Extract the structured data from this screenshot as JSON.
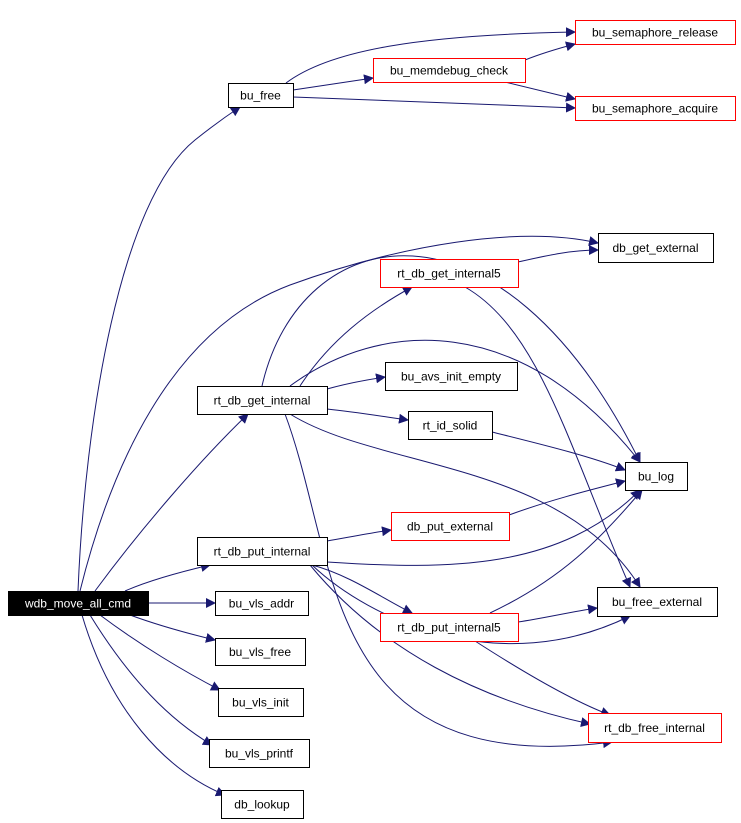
{
  "graph": {
    "root": "wdb_move_all_cmd",
    "nodes": [
      {
        "id": "wdb_move_all_cmd",
        "label": "wdb_move_all_cmd",
        "style": "root"
      },
      {
        "id": "bu_free",
        "label": "bu_free",
        "style": "normal"
      },
      {
        "id": "bu_memdebug_check",
        "label": "bu_memdebug_check",
        "style": "red"
      },
      {
        "id": "bu_semaphore_release",
        "label": "bu_semaphore_release",
        "style": "red"
      },
      {
        "id": "bu_semaphore_acquire",
        "label": "bu_semaphore_acquire",
        "style": "red"
      },
      {
        "id": "db_get_external",
        "label": "db_get_external",
        "style": "normal"
      },
      {
        "id": "rt_db_get_internal5",
        "label": "rt_db_get_internal5",
        "style": "red"
      },
      {
        "id": "bu_avs_init_empty",
        "label": "bu_avs_init_empty",
        "style": "normal"
      },
      {
        "id": "rt_db_get_internal",
        "label": "rt_db_get_internal",
        "style": "normal"
      },
      {
        "id": "rt_id_solid",
        "label": "rt_id_solid",
        "style": "normal"
      },
      {
        "id": "bu_log",
        "label": "bu_log",
        "style": "normal"
      },
      {
        "id": "db_put_external",
        "label": "db_put_external",
        "style": "red"
      },
      {
        "id": "rt_db_put_internal",
        "label": "rt_db_put_internal",
        "style": "normal"
      },
      {
        "id": "bu_vls_addr",
        "label": "bu_vls_addr",
        "style": "normal"
      },
      {
        "id": "bu_free_external",
        "label": "bu_free_external",
        "style": "normal"
      },
      {
        "id": "rt_db_put_internal5",
        "label": "rt_db_put_internal5",
        "style": "red"
      },
      {
        "id": "bu_vls_free",
        "label": "bu_vls_free",
        "style": "normal"
      },
      {
        "id": "bu_vls_init",
        "label": "bu_vls_init",
        "style": "normal"
      },
      {
        "id": "rt_db_free_internal",
        "label": "rt_db_free_internal",
        "style": "red"
      },
      {
        "id": "bu_vls_printf",
        "label": "bu_vls_printf",
        "style": "normal"
      },
      {
        "id": "db_lookup",
        "label": "db_lookup",
        "style": "normal"
      }
    ],
    "edges": [
      {
        "from": "wdb_move_all_cmd",
        "to": "bu_free"
      },
      {
        "from": "wdb_move_all_cmd",
        "to": "db_get_external"
      },
      {
        "from": "wdb_move_all_cmd",
        "to": "rt_db_get_internal"
      },
      {
        "from": "wdb_move_all_cmd",
        "to": "rt_db_put_internal"
      },
      {
        "from": "wdb_move_all_cmd",
        "to": "bu_vls_addr"
      },
      {
        "from": "wdb_move_all_cmd",
        "to": "bu_vls_free"
      },
      {
        "from": "wdb_move_all_cmd",
        "to": "bu_vls_init"
      },
      {
        "from": "wdb_move_all_cmd",
        "to": "bu_vls_printf"
      },
      {
        "from": "wdb_move_all_cmd",
        "to": "db_lookup"
      },
      {
        "from": "bu_free",
        "to": "bu_memdebug_check"
      },
      {
        "from": "bu_free",
        "to": "bu_semaphore_release"
      },
      {
        "from": "bu_free",
        "to": "bu_semaphore_acquire"
      },
      {
        "from": "bu_memdebug_check",
        "to": "bu_semaphore_release"
      },
      {
        "from": "bu_memdebug_check",
        "to": "bu_semaphore_acquire"
      },
      {
        "from": "rt_db_get_internal",
        "to": "rt_db_get_internal5"
      },
      {
        "from": "rt_db_get_internal",
        "to": "bu_avs_init_empty"
      },
      {
        "from": "rt_db_get_internal",
        "to": "rt_id_solid"
      },
      {
        "from": "rt_db_get_internal",
        "to": "bu_log"
      },
      {
        "from": "rt_db_get_internal",
        "to": "db_get_external"
      },
      {
        "from": "rt_db_get_internal",
        "to": "bu_free_external"
      },
      {
        "from": "rt_db_get_internal",
        "to": "rt_db_free_internal"
      },
      {
        "from": "rt_db_get_internal5",
        "to": "db_get_external"
      },
      {
        "from": "rt_db_get_internal5",
        "to": "bu_free_external"
      },
      {
        "from": "rt_id_solid",
        "to": "bu_log"
      },
      {
        "from": "rt_db_put_internal",
        "to": "db_put_external"
      },
      {
        "from": "rt_db_put_internal",
        "to": "bu_log"
      },
      {
        "from": "rt_db_put_internal",
        "to": "rt_db_put_internal5"
      },
      {
        "from": "rt_db_put_internal",
        "to": "bu_free_external"
      },
      {
        "from": "rt_db_put_internal",
        "to": "rt_db_free_internal"
      },
      {
        "from": "db_put_external",
        "to": "bu_log"
      },
      {
        "from": "rt_db_put_internal5",
        "to": "bu_log"
      },
      {
        "from": "rt_db_put_internal5",
        "to": "bu_free_external"
      },
      {
        "from": "rt_db_put_internal5",
        "to": "rt_db_free_internal"
      }
    ]
  },
  "colors": {
    "edge": "#191970",
    "normal_border": "#000000",
    "red_border": "#ff0000",
    "root_fill": "#000000",
    "root_text": "#ffffff",
    "node_fill": "#ffffff",
    "node_text": "#000000"
  }
}
